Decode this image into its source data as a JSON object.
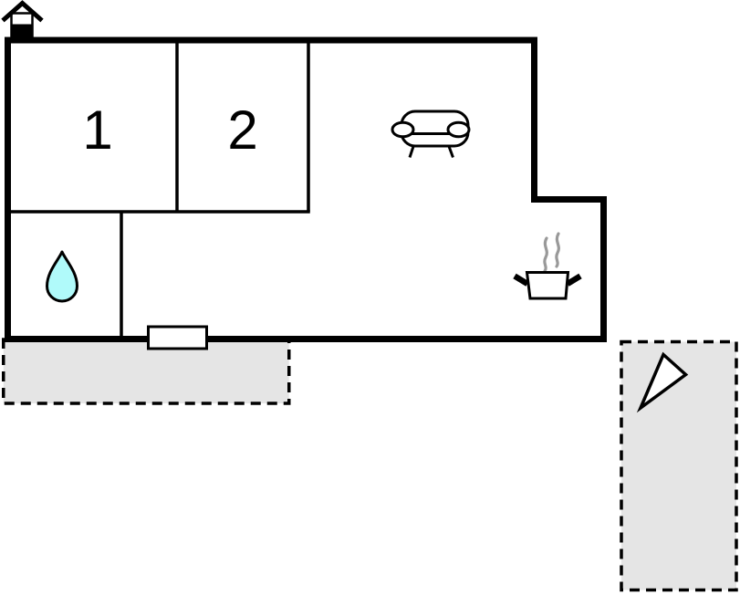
{
  "floorplan": {
    "room_labels": [
      {
        "text": "1"
      },
      {
        "text": "2"
      }
    ],
    "colors": {
      "wall_black": "#000000",
      "outdoor_area_gray": "#e5e5e5",
      "water_drop_cyan": "#b0fafa",
      "steam_gray": "#999999",
      "window_white": "#ffffff"
    },
    "icons": [
      "house-icon",
      "sofa-icon",
      "water-drop-icon",
      "cooking-pot-icon",
      "steam-icon",
      "direction-arrow-icon",
      "window-marker"
    ]
  }
}
